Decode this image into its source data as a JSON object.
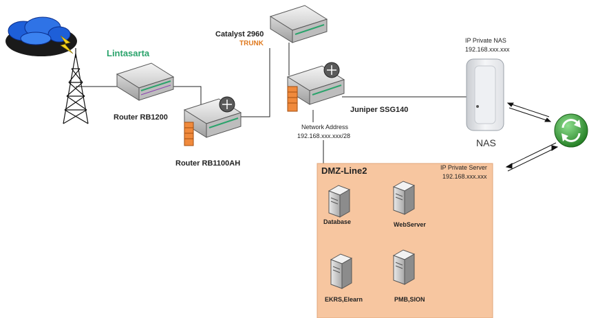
{
  "nodes": {
    "lintasarta": {
      "label": "Lintasarta"
    },
    "router_rb1200": {
      "label": "Router RB1200"
    },
    "router_rb1100ah": {
      "label": "Router RB1100AH"
    },
    "catalyst": {
      "label": "Catalyst 2960",
      "sublabel": "TRUNK"
    },
    "juniper": {
      "label": "Juniper SSG140",
      "network_title": "Network Address",
      "network_value": "192.168.xxx.xxx/28"
    },
    "nas": {
      "label": "NAS",
      "title": "IP Private NAS",
      "ip": "192.168.xxx.xxx"
    },
    "private_server": {
      "title": "IP Private Server",
      "ip": "192.168.xxx.xxx"
    },
    "dmz": {
      "label": "DMZ-Line2"
    },
    "servers": {
      "database": "Database",
      "webserver": "WebServer",
      "ekrs": "EKRS,Elearn",
      "pmb": "PMB,SION"
    }
  },
  "colors": {
    "lintasarta_text": "#2aa36b",
    "trunk_text": "#e07a1f",
    "dmz_fill": "#f7c6a0",
    "sync_green": "#2e8b2e",
    "firewall_orange": "#f08a3c"
  },
  "icons": {
    "cloud": "cloud-icon",
    "tower": "radio-tower-icon",
    "router": "router-icon",
    "switch": "switch-icon",
    "firewall": "firewall-icon",
    "nas": "nas-icon",
    "server": "server-icon",
    "sync": "sync-icon"
  }
}
